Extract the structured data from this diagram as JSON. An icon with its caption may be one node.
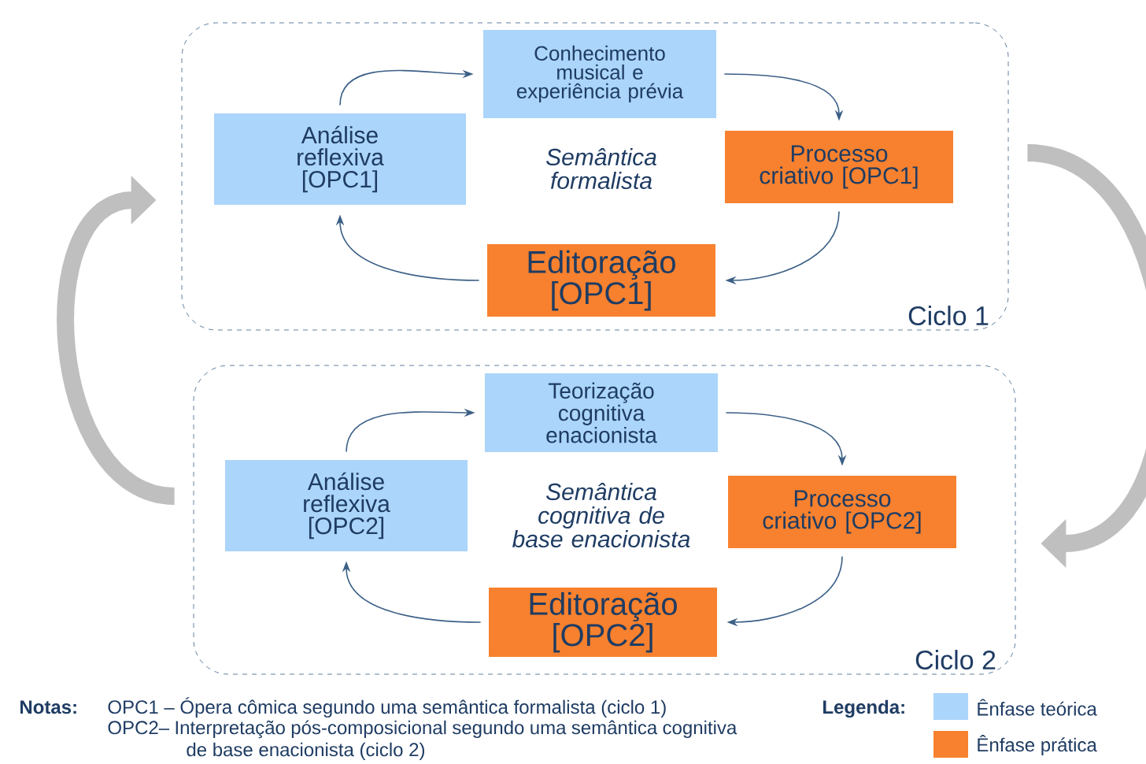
{
  "diagram": {
    "nodes": [
      {
        "text": [
          "Ciclo 1"
        ]
      },
      {
        "text": [
          "Conhecimento musical e experiência prévia"
        ],
        "in": 0
      },
      {
        "text": [
          "Análise reflexiva [OPC1]"
        ],
        "in": 0
      },
      {
        "text": [
          "Processo criativo [OPC1]"
        ],
        "in": 0
      },
      {
        "text": [
          "Editoração [OPC1]"
        ],
        "in": 0
      },
      {
        "text": [
          "Ciclo 2"
        ]
      },
      {
        "text": [
          "Teorização cognitiva enacionista"
        ],
        "in": 5
      },
      {
        "text": [
          "Análise reflexiva [OPC2]"
        ],
        "in": 5
      },
      {
        "text": [
          "Processo criativo [OPC2]"
        ],
        "in": 5
      },
      {
        "text": [
          "Editoração [OPC2]"
        ],
        "in": 5
      }
    ],
    "edges": [
      {
        "from": 2,
        "to": 1,
        "arrow": "to"
      },
      {
        "from": 1,
        "to": 3,
        "arrow": "to"
      },
      {
        "from": 3,
        "to": 4,
        "arrow": "to"
      },
      {
        "from": 4,
        "to": 2,
        "arrow": "to"
      },
      {
        "from": 7,
        "to": 6,
        "arrow": "to"
      },
      {
        "from": 6,
        "to": 8,
        "arrow": "to"
      },
      {
        "from": 8,
        "to": 9,
        "arrow": "to"
      },
      {
        "from": 9,
        "to": 7,
        "arrow": "to"
      },
      {
        "from": 0,
        "to": 5,
        "arrow": "to",
        "style": "thick",
        "color": "#bfbfbf"
      },
      {
        "from": 5,
        "to": 0,
        "arrow": "to",
        "style": "thick",
        "color": "#bfbfbf"
      }
    ],
    "labels": [
      "Semântica formalista",
      "Semântica cognitiva de base enacionista",
      "Notas:",
      "OPC1 – Ópera cômica segundo uma semântica formalista (ciclo 1)",
      "OPC2– Interpretação pós-composicional segundo uma semântica cognitiva de base enacionista (ciclo 2)",
      "Legenda:"
    ],
    "legend": [
      {
        "text": "Ênfase teórica",
        "color": "#abd5fa"
      },
      {
        "text": "Ênfase prática",
        "color": "#f7812e"
      }
    ]
  }
}
